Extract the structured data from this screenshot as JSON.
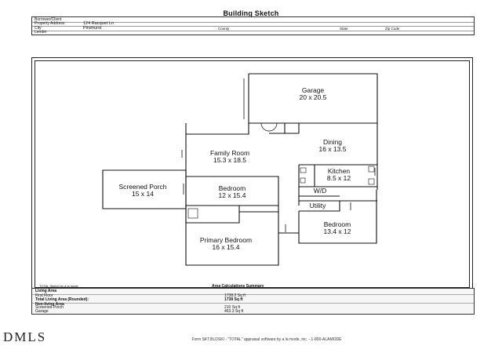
{
  "title": "Building Sketch",
  "info": {
    "borrower_label": "Borrower/Client",
    "address_label": "Property Address",
    "address_value": "124 Racquet Ln",
    "city_label": "City",
    "city_value": "Pinehurst",
    "county_label": "County",
    "state_label": "State",
    "zip_label": "Zip Code",
    "lender_label": "Lender"
  },
  "rooms": {
    "garage": {
      "name": "Garage",
      "dims": "20 x 20.5"
    },
    "dining": {
      "name": "Dining",
      "dims": "16 x 13.5"
    },
    "family": {
      "name": "Family Room",
      "dims": "15.3 x 18.5"
    },
    "kitchen": {
      "name": "Kitchen",
      "dims": "8.5 x 12"
    },
    "screened": {
      "name": "Screened Porch",
      "dims": "15 x 14"
    },
    "bedroom1": {
      "name": "Bedroom",
      "dims": "12 x 15.4"
    },
    "wd": {
      "name": "W/D"
    },
    "utility": {
      "name": "Utility"
    },
    "bedroom2": {
      "name": "Bedroom",
      "dims": "13.4 x 12"
    },
    "primary": {
      "name": "Primary Bedroom",
      "dims": "16 x 15.4"
    }
  },
  "scale_note": "TOTAL Sketch by a la mode",
  "area": {
    "title": "Area Calculations Summary",
    "living_label": "Living Area",
    "first_floor_label": "First Floor",
    "first_floor_value": "1738.2 Sq ft",
    "total_label": "Total Living Area (Rounded):",
    "total_value": "1738 Sq ft",
    "nonliving_label": "Non-living Area",
    "porch_label": "Screened Porch",
    "porch_value": "210 Sq ft",
    "garage_label": "Garage",
    "garage_value": "463.3 Sq ft"
  },
  "logo": "DMLS",
  "footer": "Form SKT.BLDSKI - \"TOTAL\" appraisal software by a la mode, inc. - 1-800-ALAMODE"
}
